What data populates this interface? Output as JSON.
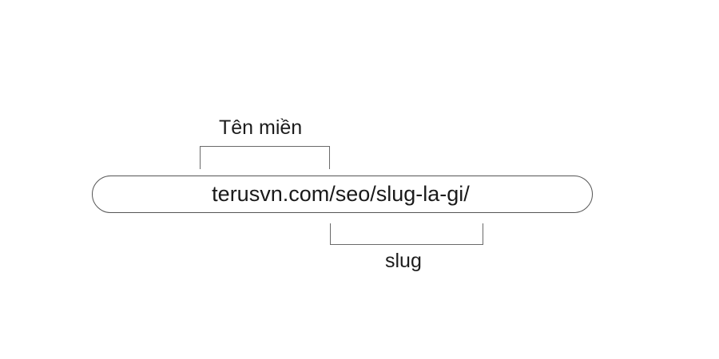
{
  "diagram": {
    "url": "terusvn.com/seo/slug-la-gi/",
    "top_annotation": {
      "label": "Tên miền",
      "spans": "terusvn.com"
    },
    "bottom_annotation": {
      "label": "slug",
      "spans": "slug-la-gi/"
    }
  },
  "colors": {
    "background": "#ffffff",
    "text": "#1a1a1a",
    "lines": "#6a6a6a"
  }
}
